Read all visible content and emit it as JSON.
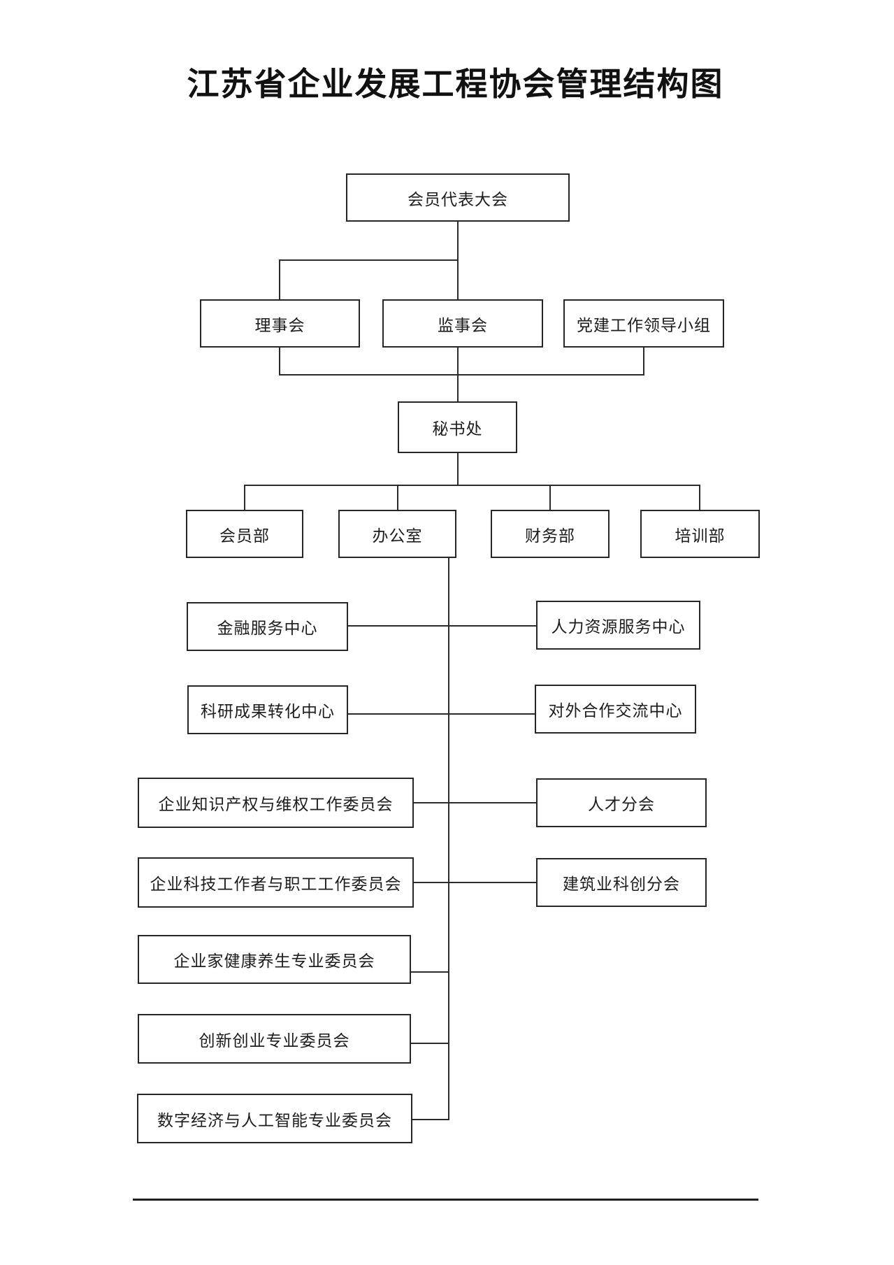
{
  "page": {
    "title": "江苏省企业发展工程协会管理结构图",
    "background": "#ffffff"
  },
  "diagram": {
    "type": "org-chart",
    "colors": {
      "line": "#2b2b2b",
      "box_border": "#262626",
      "text": "#1c1c1c"
    },
    "nodes": {
      "member_congress": "会员代表大会",
      "council": "理事会",
      "supervisory_board": "监事会",
      "party_building_group": "党建工作领导小组",
      "secretariat": "秘书处",
      "membership_dept": "会员部",
      "office": "办公室",
      "finance_dept": "财务部",
      "training_dept": "培训部",
      "financial_service_center": "金融服务中心",
      "hr_service_center": "人力资源服务中心",
      "research_transformation_center": "科研成果转化中心",
      "external_cooperation_center": "对外合作交流中心",
      "ip_protection_committee": "企业知识产权与维权工作委员会",
      "talent_branch": "人才分会",
      "tech_workers_committee": "企业科技工作者与职工工作委员会",
      "construction_scitech_branch": "建筑业科创分会",
      "health_wellness_committee": "企业家健康养生专业委员会",
      "innovation_committee": "创新创业专业委员会",
      "digital_ai_committee": "数字经济与人工智能专业委员会"
    },
    "edges": [
      {
        "from": "member_congress",
        "to": "council"
      },
      {
        "from": "member_congress",
        "to": "supervisory_board"
      },
      {
        "from": "member_congress",
        "to": "party_building_group"
      },
      {
        "from": "council",
        "to": "secretariat"
      },
      {
        "from": "supervisory_board",
        "to": "secretariat"
      },
      {
        "from": "party_building_group",
        "to": "secretariat"
      },
      {
        "from": "secretariat",
        "to": "membership_dept"
      },
      {
        "from": "secretariat",
        "to": "office"
      },
      {
        "from": "secretariat",
        "to": "finance_dept"
      },
      {
        "from": "secretariat",
        "to": "training_dept"
      },
      {
        "from": "office",
        "to": "financial_service_center"
      },
      {
        "from": "office",
        "to": "hr_service_center"
      },
      {
        "from": "office",
        "to": "research_transformation_center"
      },
      {
        "from": "office",
        "to": "external_cooperation_center"
      },
      {
        "from": "office",
        "to": "ip_protection_committee"
      },
      {
        "from": "office",
        "to": "talent_branch"
      },
      {
        "from": "office",
        "to": "tech_workers_committee"
      },
      {
        "from": "office",
        "to": "construction_scitech_branch"
      },
      {
        "from": "office",
        "to": "health_wellness_committee"
      },
      {
        "from": "office",
        "to": "innovation_committee"
      },
      {
        "from": "office",
        "to": "digital_ai_committee"
      }
    ]
  }
}
